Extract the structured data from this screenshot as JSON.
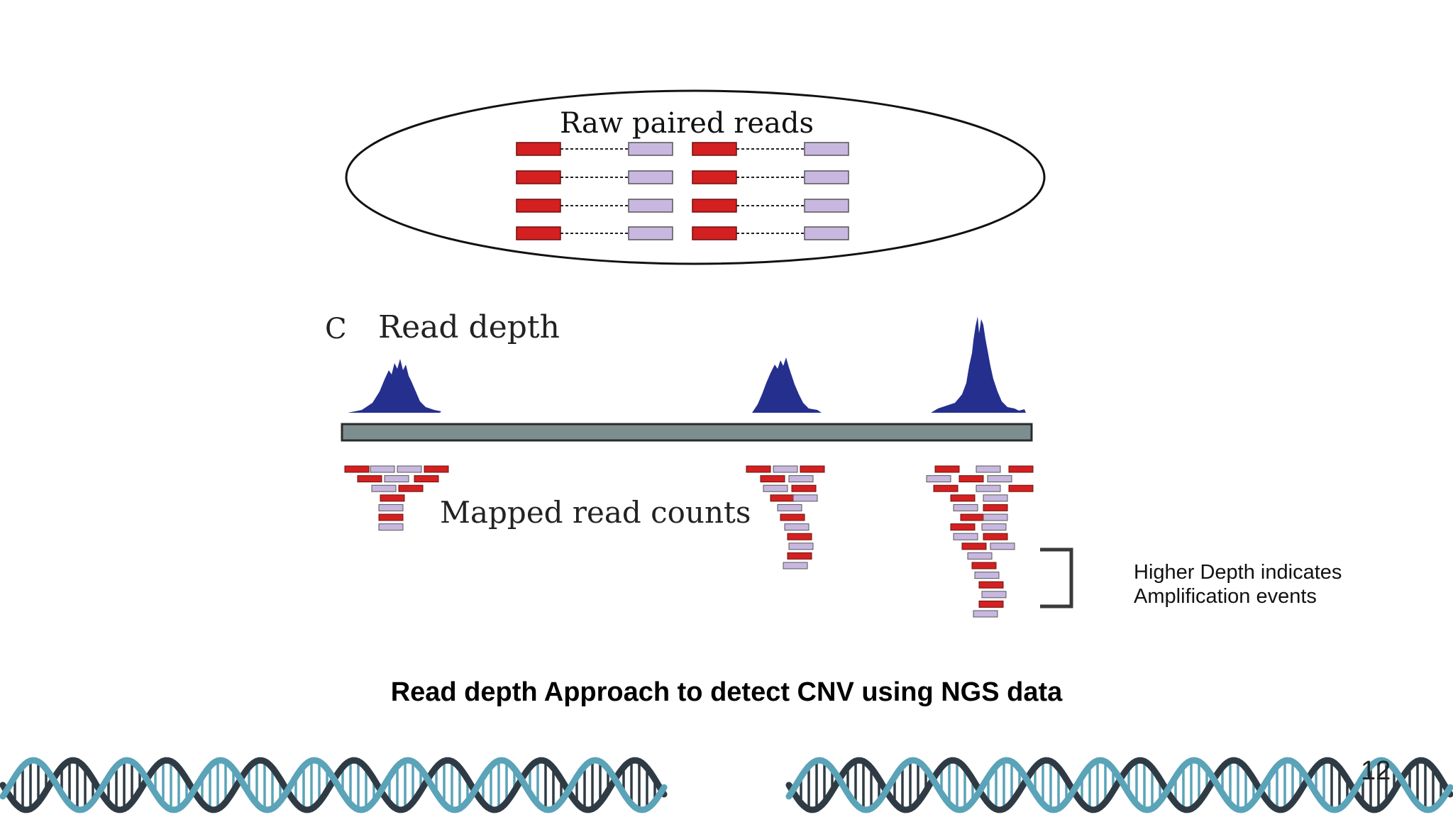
{
  "labels": {
    "raw_paired_reads": "Raw paired reads",
    "panel_letter": "C",
    "read_depth": "Read depth",
    "mapped_read_counts": "Mapped read counts",
    "note_line1": "Higher Depth indicates",
    "note_line2": "Amplification events",
    "caption": "Read depth Approach to detect CNV using NGS data",
    "page_number": "12"
  },
  "colors": {
    "read_left": "#d42020",
    "read_right": "#c8b8e0",
    "peak": "#252f8e",
    "genome_bar": "#7d8e8e",
    "dna_dark": "#2f3b44",
    "dna_teal": "#5aa3b8"
  },
  "icons": [
    "dna-helix-left",
    "dna-helix-right"
  ]
}
